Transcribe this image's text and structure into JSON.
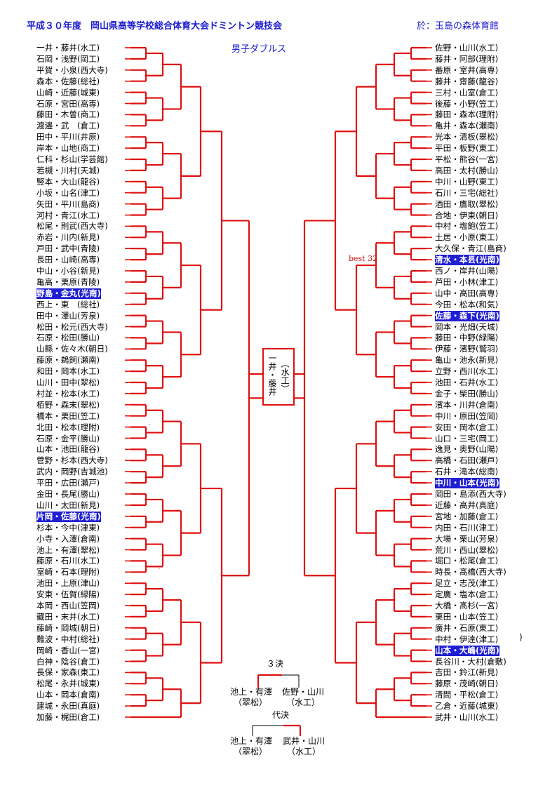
{
  "header": {
    "title": "平成３０年度　岡山県高等学校総合体育大会ドミントン競技会",
    "venue": "於：玉島の森体育館",
    "event": "男子ダブルス"
  },
  "left_entries": [
    {
      "text": "一井・藤井(水工)"
    },
    {
      "text": "石岡・浅野(岡工)"
    },
    {
      "text": "平賀・小泉(西大寺)"
    },
    {
      "text": "森本・佐藤(総社)"
    },
    {
      "text": "山崎・近藤(城東)"
    },
    {
      "text": "石原・宮田(高専)"
    },
    {
      "text": "藤田・木曽(商工)"
    },
    {
      "text": "渡邉・武　(倉工)"
    },
    {
      "text": "田中・平川(井原)"
    },
    {
      "text": "岸本・山地(商工)"
    },
    {
      "text": "仁科・杉山(学芸館)"
    },
    {
      "text": "若槻・川村(天城)"
    },
    {
      "text": "竪本・大山(龍谷)"
    },
    {
      "text": "小坂・山名(津工)"
    },
    {
      "text": "矢田・平川(島商)"
    },
    {
      "text": "河村・青江(水工)"
    },
    {
      "text": "松尾・則武(西大寺)"
    },
    {
      "text": "赤岩・川内(新見)"
    },
    {
      "text": "戸田・武中(青陵)"
    },
    {
      "text": "長田・山崎(高専)"
    },
    {
      "text": "中山・小谷(新見)"
    },
    {
      "text": "亀高・栗原(青陵)"
    },
    {
      "text": "野島・金丸(光南)",
      "highlight": true
    },
    {
      "text": "西上・東　(総社)"
    },
    {
      "text": "田中・澤山(芳泉)"
    },
    {
      "text": "松田・松元(西大寺)"
    },
    {
      "text": "石原・松田(勝山)"
    },
    {
      "text": "山縣・佐々木(朝日)"
    },
    {
      "text": "藤原・鵜飼(瀬南)"
    },
    {
      "text": "和田・岡本(水工)"
    },
    {
      "text": "山川・田中(翠松)"
    },
    {
      "text": "村並・松本(水工)"
    },
    {
      "text": "栢野・森末(翠松)"
    },
    {
      "text": "橋本・栗田(笠工)"
    },
    {
      "text": "北田・松本(理附)"
    },
    {
      "text": "石原・金平(勝山)"
    },
    {
      "text": "山本・池田(龍谷)"
    },
    {
      "text": "菅野・杉本(西大寺)"
    },
    {
      "text": "武内・岡野(吉城池)"
    },
    {
      "text": "平田・広田(瀬戸)"
    },
    {
      "text": "金田・長尾(勝山)"
    },
    {
      "text": "山川・太田(新見)"
    },
    {
      "text": "片岡・佐藤(光南)",
      "highlight": true
    },
    {
      "text": "杉本・今中(津東)"
    },
    {
      "text": "小寺・入澤(倉南)"
    },
    {
      "text": "池上・有澤(翠松)"
    },
    {
      "text": "藤原・石川(水工)"
    },
    {
      "text": "室崎・石本(理附)"
    },
    {
      "text": "池田・上原(津山)"
    },
    {
      "text": "安東・伍賀(緑陽)"
    },
    {
      "text": "本岡・西山(笠岡)"
    },
    {
      "text": "藏田・末井(水工)"
    },
    {
      "text": "藤崎・岡城(朝日)"
    },
    {
      "text": "難波・中村(総社)"
    },
    {
      "text": "岡崎・香山(一宮)"
    },
    {
      "text": "白神・陰谷(倉工)"
    },
    {
      "text": "長保・家森(東工)"
    },
    {
      "text": "松尾・永井(城東)"
    },
    {
      "text": "山本・岡本(倉南)"
    },
    {
      "text": "建城・永田(真庭)"
    },
    {
      "text": "加藤・梶田(倉工)"
    }
  ],
  "right_entries": [
    {
      "text": "佐野・山川(水工)"
    },
    {
      "text": "藤井・阿部(理附)"
    },
    {
      "text": "番原・室井(高専)"
    },
    {
      "text": "藤井・齋藤(龍谷)"
    },
    {
      "text": "三村・山室(倉工)"
    },
    {
      "text": "後藤・小野(笠工)"
    },
    {
      "text": "藤田・森本(理附)"
    },
    {
      "text": "亀井・森本(瀬南)"
    },
    {
      "text": "光本・清板(翠松)"
    },
    {
      "text": "平田・板野(東工)"
    },
    {
      "text": "平松・熊谷(一宮)"
    },
    {
      "text": "高田・太村(勝山)"
    },
    {
      "text": "中川・山野(東工)"
    },
    {
      "text": "石川・三宅(総社)"
    },
    {
      "text": "酒田・鷹取(翠松)"
    },
    {
      "text": "合地・伊東(朝日)"
    },
    {
      "text": "中村・塩飽(笠工)"
    },
    {
      "text": "土居・小原(東工)"
    },
    {
      "text": "大久保・青江(島商)"
    },
    {
      "text": "清水・本镸(光南)",
      "highlight": true
    },
    {
      "text": "西ノ・岸井(山陽)"
    },
    {
      "text": "芦田・小林(津工)"
    },
    {
      "text": "山中・高田(高専)"
    },
    {
      "text": "今田・松本(和気)"
    },
    {
      "text": "佐藤・森下(光南)",
      "highlight": true
    },
    {
      "text": "岡本・光畑(天城)"
    },
    {
      "text": "藤田・中野(緑陽)"
    },
    {
      "text": "伊藤・濱野(鷲羽)"
    },
    {
      "text": "亀山・池永(新見)"
    },
    {
      "text": "立野・西川(水工)"
    },
    {
      "text": "池田・石井(水工)"
    },
    {
      "text": "金子・柴田(勝山)"
    },
    {
      "text": "濱本・川井(倉南)"
    },
    {
      "text": "中川・原田(笠岡)"
    },
    {
      "text": "安田・岡本(倉工)"
    },
    {
      "text": "山口・三宅(岡工)"
    },
    {
      "text": "逸見・奥野(山陽)"
    },
    {
      "text": "高橋・石田(瀬戸)"
    },
    {
      "text": "石井・滝本(総南)"
    },
    {
      "text": "中川・山本(光南)",
      "highlight": true
    },
    {
      "text": "岡田・島添(西大寺)"
    },
    {
      "text": "近藤・高井(真庭)"
    },
    {
      "text": "宮地・加藤(倉工)"
    },
    {
      "text": "内田・石川(津工)"
    },
    {
      "text": "大場・栗山(芳泉)"
    },
    {
      "text": "荒川・西山(翠松)"
    },
    {
      "text": "堀口・松尾(倉工)"
    },
    {
      "text": "時長・髙橋(西大寺)"
    },
    {
      "text": "足立・志茂(津工)"
    },
    {
      "text": "定廣・塩本(倉工)"
    },
    {
      "text": "大橋・髙杉(一宮)"
    },
    {
      "text": "栗田・山本(笠工)"
    },
    {
      "text": "廣井・石原(東工)"
    },
    {
      "text": "中村・伊達(津工)"
    },
    {
      "text": "山本・大嶋(光南)",
      "highlight": true
    },
    {
      "text": "長谷川・大村(倉敷)"
    },
    {
      "text": "吉田・鈴江(新見)"
    },
    {
      "text": "藤原・茂崎(朝日)"
    },
    {
      "text": "清間・平松(倉工)"
    },
    {
      "text": "乙倉・近藤(城東)"
    },
    {
      "text": "武井・山川(水工)"
    }
  ],
  "champion": {
    "name": "一井・藤井",
    "school": "（水工）"
  },
  "best32_label": "best 32",
  "third_place": {
    "label": "３決",
    "left_name": "池上・有澤",
    "left_school": "（翠松）",
    "right_name": "佐野・山川",
    "right_school": "（水工）"
  },
  "representative": {
    "label": "代決",
    "left_name": "池上・有澤",
    "left_school": "（翠松）",
    "right_name": "武井・山川",
    "right_school": "（水工）"
  },
  "marks": {
    "mark1": "ﾞ",
    "mark2": "ﾞ",
    "stray_paren": ")"
  },
  "colors": {
    "accent": "#1a1ad0",
    "line": "#e01010",
    "highlight_bg": "#1e1ed2"
  }
}
